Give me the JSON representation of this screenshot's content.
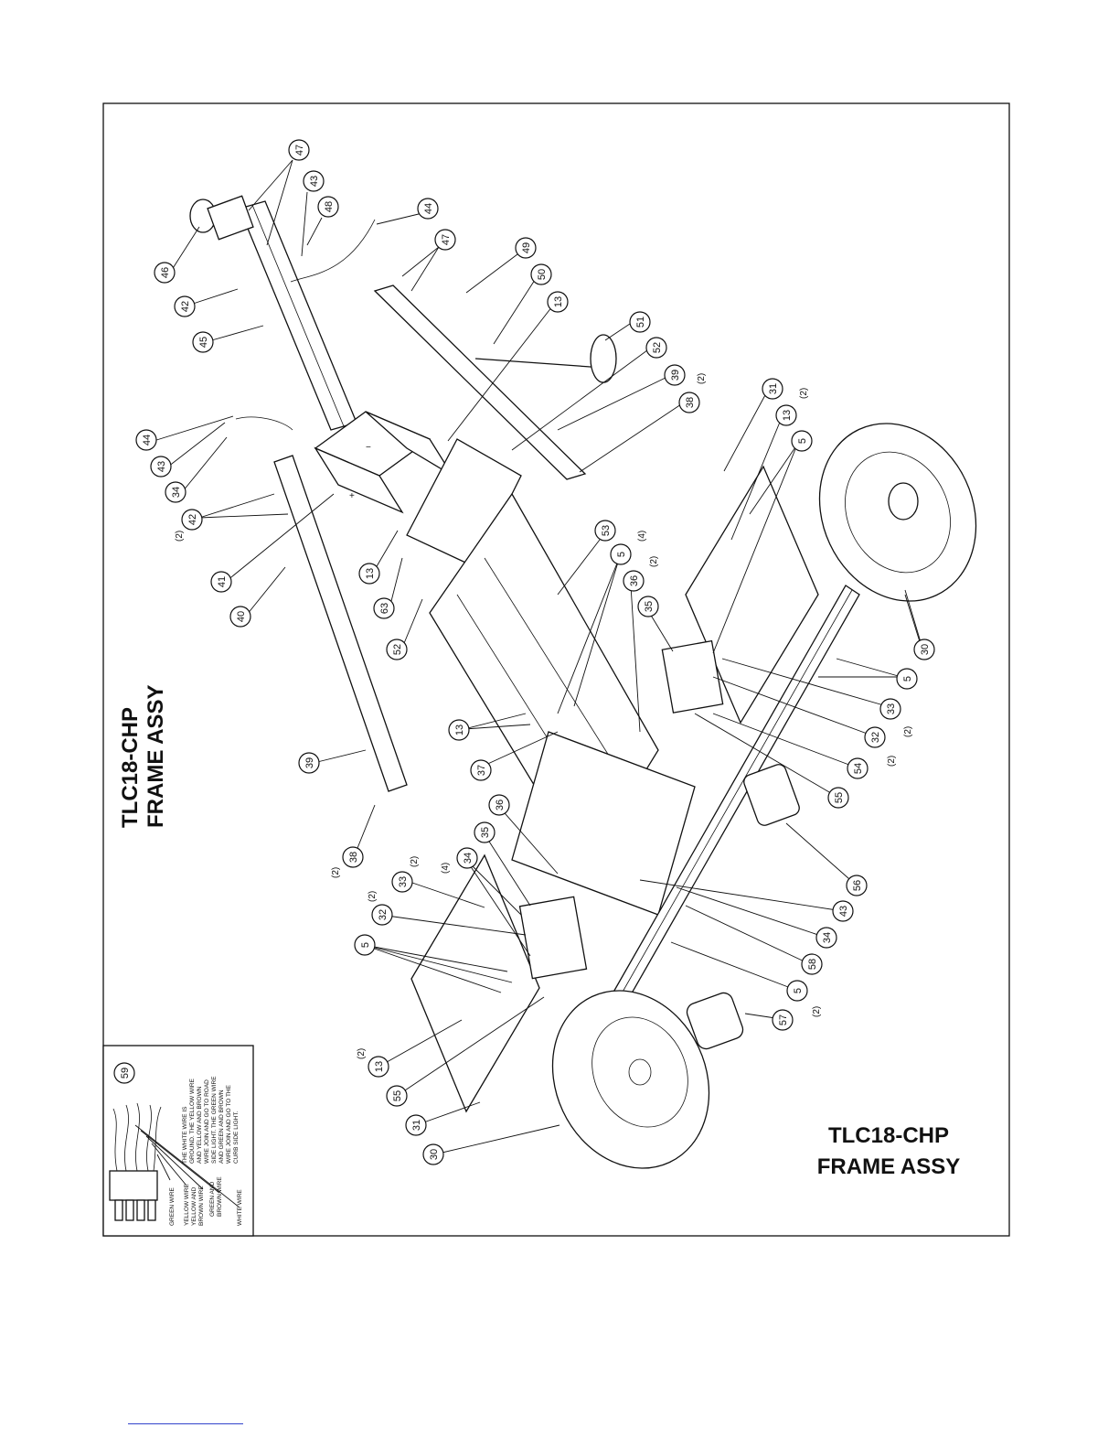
{
  "title": {
    "model": "TLC18-CHP",
    "name": "FRAME ASSY"
  },
  "title_rotated": {
    "model": "TLC18-CHP",
    "name": "FRAME ASSY"
  },
  "callouts": [
    {
      "id": "c47a",
      "label": "47"
    },
    {
      "id": "c43a",
      "label": "43"
    },
    {
      "id": "c48",
      "label": "48"
    },
    {
      "id": "c44a",
      "label": "44"
    },
    {
      "id": "c47b",
      "label": "47"
    },
    {
      "id": "c49",
      "label": "49"
    },
    {
      "id": "c50",
      "label": "50"
    },
    {
      "id": "c13a",
      "label": "13"
    },
    {
      "id": "c51",
      "label": "51"
    },
    {
      "id": "c52a",
      "label": "52"
    },
    {
      "id": "c39a",
      "label": "39"
    },
    {
      "id": "c38a",
      "label": "38"
    },
    {
      "id": "c31a",
      "label": "31"
    },
    {
      "id": "c13b",
      "label": "13"
    },
    {
      "id": "c5a",
      "label": "5"
    },
    {
      "id": "c46",
      "label": "46"
    },
    {
      "id": "c42a",
      "label": "42"
    },
    {
      "id": "c45",
      "label": "45"
    },
    {
      "id": "c44b",
      "label": "44"
    },
    {
      "id": "c43b",
      "label": "43"
    },
    {
      "id": "c34a",
      "label": "34"
    },
    {
      "id": "c42b",
      "label": "42"
    },
    {
      "id": "c41",
      "label": "41"
    },
    {
      "id": "c40",
      "label": "40"
    },
    {
      "id": "c13c",
      "label": "13"
    },
    {
      "id": "c63",
      "label": "63"
    },
    {
      "id": "c52b",
      "label": "52"
    },
    {
      "id": "c53",
      "label": "53"
    },
    {
      "id": "c5b",
      "label": "5"
    },
    {
      "id": "c36a",
      "label": "36"
    },
    {
      "id": "c35a",
      "label": "35"
    },
    {
      "id": "c30a",
      "label": "30"
    },
    {
      "id": "c5c",
      "label": "5"
    },
    {
      "id": "c33a",
      "label": "33"
    },
    {
      "id": "c32a",
      "label": "32"
    },
    {
      "id": "c54",
      "label": "54"
    },
    {
      "id": "c55a",
      "label": "55"
    },
    {
      "id": "c13d",
      "label": "13"
    },
    {
      "id": "c37",
      "label": "37"
    },
    {
      "id": "c39b",
      "label": "39"
    },
    {
      "id": "c38b",
      "label": "38"
    },
    {
      "id": "c36b",
      "label": "36"
    },
    {
      "id": "c35b",
      "label": "35"
    },
    {
      "id": "c34b",
      "label": "34"
    },
    {
      "id": "c33b",
      "label": "33"
    },
    {
      "id": "c32b",
      "label": "32"
    },
    {
      "id": "c5d",
      "label": "5"
    },
    {
      "id": "c56",
      "label": "56"
    },
    {
      "id": "c43c",
      "label": "43"
    },
    {
      "id": "c34c",
      "label": "34"
    },
    {
      "id": "c58",
      "label": "58"
    },
    {
      "id": "c5e",
      "label": "5"
    },
    {
      "id": "c57",
      "label": "57"
    },
    {
      "id": "c13e",
      "label": "13"
    },
    {
      "id": "c55b",
      "label": "55"
    },
    {
      "id": "c31b",
      "label": "31"
    },
    {
      "id": "c30b",
      "label": "30"
    },
    {
      "id": "c59",
      "label": "59"
    }
  ],
  "quantities": [
    {
      "id": "q1",
      "label": "(2)"
    },
    {
      "id": "q2",
      "label": "(2)"
    },
    {
      "id": "q3",
      "label": "(2)"
    },
    {
      "id": "q4",
      "label": "(4)"
    },
    {
      "id": "q5",
      "label": "(2)"
    },
    {
      "id": "q6",
      "label": "(2)"
    },
    {
      "id": "q7",
      "label": "(2)"
    },
    {
      "id": "q8",
      "label": "(2)"
    },
    {
      "id": "q9",
      "label": "(2)"
    },
    {
      "id": "q10",
      "label": "(4)"
    },
    {
      "id": "q11",
      "label": "(2)"
    },
    {
      "id": "q12",
      "label": "(2)"
    },
    {
      "id": "q13",
      "label": "(2)"
    }
  ],
  "battery_marks": {
    "minus": "−",
    "plus": "+"
  },
  "wiring_inset": {
    "note_lines": [
      "THE WHITE WIRE IS",
      "GROUND. THE YELLOW WIRE",
      "AND YELLOW AND BROWN",
      "WIRE JOIN AND GO TO ROAD",
      "SIDE LIGHT. THE GREEN WIRE",
      "AND GREEN AND BROWN",
      "WIRE JOIN AND GO TO THE",
      "CURB SIDE LIGHT."
    ],
    "wire_labels": [
      "GREEN WIRE",
      "YELLOW WIRE",
      "YELLOW AND",
      "BROWN WIRE",
      "GREEN AND",
      "BROWN WIRE",
      "WHITE WIRE"
    ]
  }
}
